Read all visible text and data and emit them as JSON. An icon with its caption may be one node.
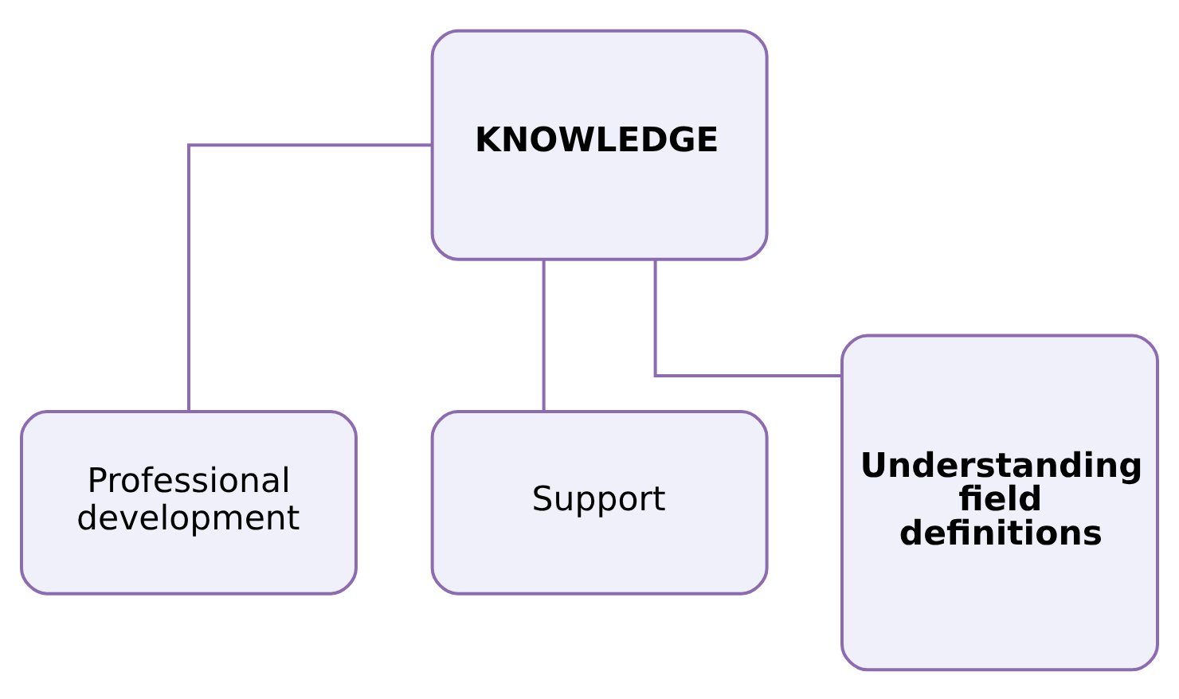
{
  "diagram": {
    "nodes": [
      {
        "text": [
          "KNOWLEDGE"
        ]
      },
      {
        "text": [
          "Professional development"
        ]
      },
      {
        "text": [
          "Support"
        ]
      },
      {
        "text": [
          "Understanding field definitions"
        ]
      }
    ],
    "edges": [
      {
        "from": 0,
        "to": 1,
        "arrow": "none"
      },
      {
        "from": 0,
        "to": 2,
        "arrow": "none"
      },
      {
        "from": 0,
        "to": 3,
        "arrow": "none"
      }
    ]
  }
}
